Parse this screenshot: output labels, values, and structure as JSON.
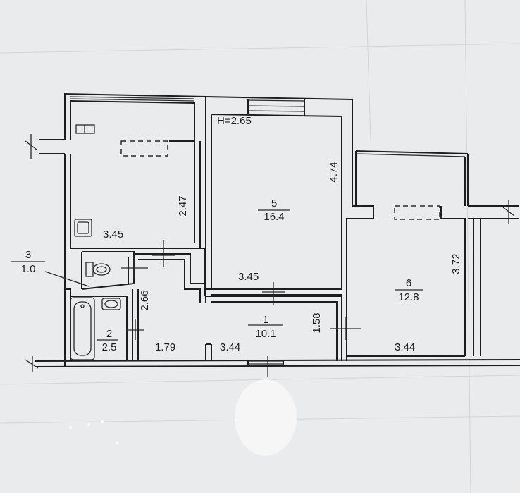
{
  "ceiling_height": "H=2.65",
  "rooms": [
    {
      "id": "5",
      "number": "5",
      "area": "16.4"
    },
    {
      "id": "6",
      "number": "6",
      "area": "12.8"
    },
    {
      "id": "1",
      "number": "1",
      "area": "10.1"
    },
    {
      "id": "2",
      "number": "2",
      "area": "2.5"
    },
    {
      "id": "3",
      "number": "3",
      "area": "1.0"
    }
  ],
  "dimensions": {
    "kitchen_width": "3.45",
    "kitchen_depth": "2.47",
    "room5_depth": "4.74",
    "room5_width": "3.45",
    "room6_depth": "3.72",
    "room6_width": "3.44",
    "hall_width": "3.44",
    "hall_depth": "1.58",
    "corridor_depth": "2.66",
    "corridor_width": "1.79"
  },
  "colors": {
    "paper": "#e9ebec",
    "ink": "#1e1e1e",
    "sticker": "#f6f6f6"
  }
}
